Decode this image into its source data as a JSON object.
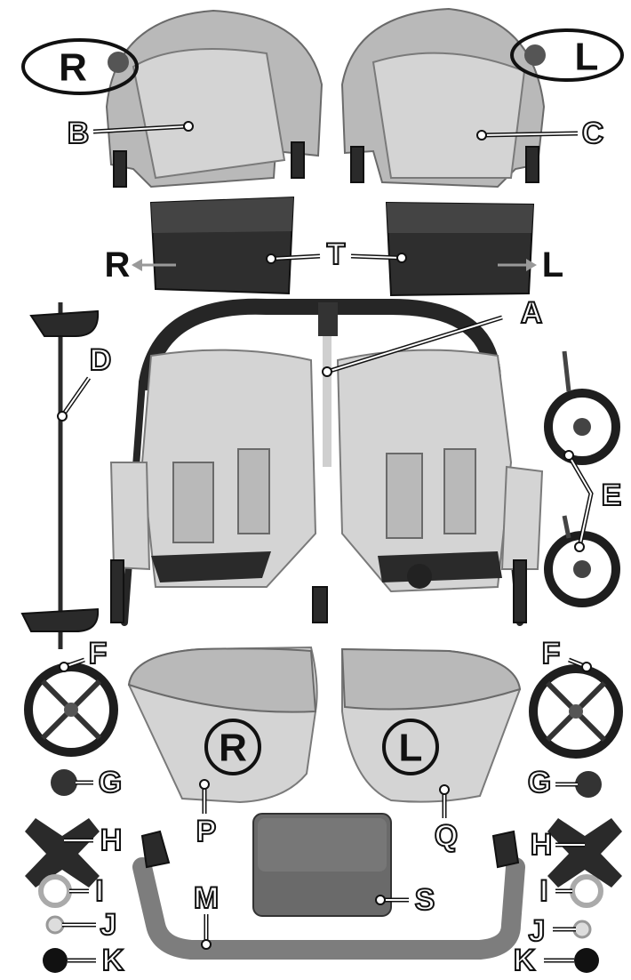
{
  "parts": {
    "A": "A",
    "B": "B",
    "C": "C",
    "D": "D",
    "E": "E",
    "F": "F",
    "G": "G",
    "H": "H",
    "I": "I",
    "J": "J",
    "K": "K",
    "M": "M",
    "P": "P",
    "Q": "Q",
    "S": "S",
    "T": "T"
  },
  "sides": {
    "right": "R",
    "left": "L"
  },
  "colors": {
    "ink": "#111111",
    "fabric": "#d4d4d4",
    "frame": "#262626"
  }
}
